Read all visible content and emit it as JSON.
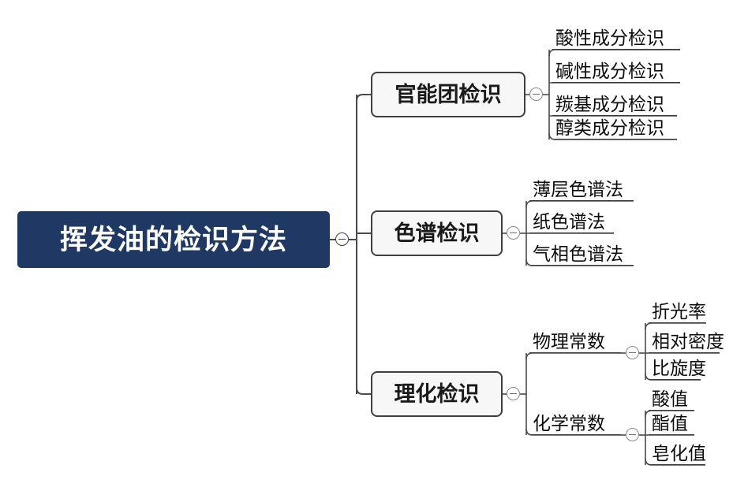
{
  "diagram": {
    "type": "mindmap",
    "title": "挥发油的检识方法",
    "background_color": "#FFFFFF",
    "root_fill": "#1F3864",
    "root_text_color": "#FFFFFF",
    "branch_box_fill": "#F7F7F7",
    "branch_box_border": "#3F3F3F",
    "line_color": "#4A4A4A",
    "toggle_icon": "minus-circle"
  },
  "root": {
    "label": "挥发油的检识方法"
  },
  "branches": [
    {
      "label": "官能团检识",
      "children": [
        {
          "label": "酸性成分检识"
        },
        {
          "label": "碱性成分检识"
        },
        {
          "label": "羰基成分检识"
        },
        {
          "label": "醇类成分检识"
        }
      ]
    },
    {
      "label": "色谱检识",
      "children": [
        {
          "label": "薄层色谱法"
        },
        {
          "label": "纸色谱法"
        },
        {
          "label": "气相色谱法"
        }
      ]
    },
    {
      "label": "理化检识",
      "children": [
        {
          "label": "物理常数",
          "children": [
            {
              "label": "折光率"
            },
            {
              "label": "相对密度"
            },
            {
              "label": "比旋度"
            }
          ]
        },
        {
          "label": "化学常数",
          "children": [
            {
              "label": "酸值"
            },
            {
              "label": "酯值"
            },
            {
              "label": "皂化值"
            }
          ]
        }
      ]
    }
  ]
}
